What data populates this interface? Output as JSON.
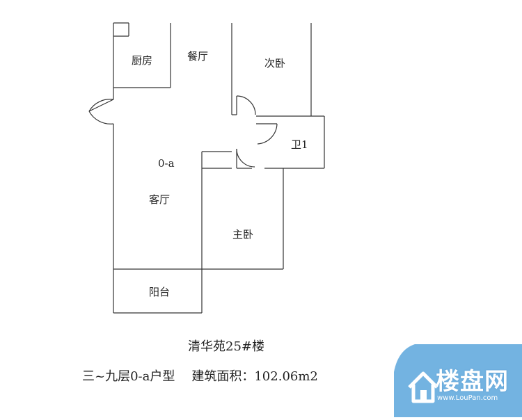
{
  "plan": {
    "unit_code": "0-a",
    "rooms": {
      "kitchen": "厨房",
      "dining": "餐厅",
      "second_bedroom": "次卧",
      "bathroom": "卫1",
      "living": "客厅",
      "master_bedroom": "主卧",
      "balcony": "阳台"
    }
  },
  "caption": {
    "title": "清华苑25#楼",
    "floors_type": "三~九层0-a户型",
    "area_label": "建筑面积：",
    "area_value": "102.06m2"
  },
  "watermark": {
    "brand": "楼盘网",
    "url": "www.LouPan.com",
    "color": "#5aa6dc"
  }
}
